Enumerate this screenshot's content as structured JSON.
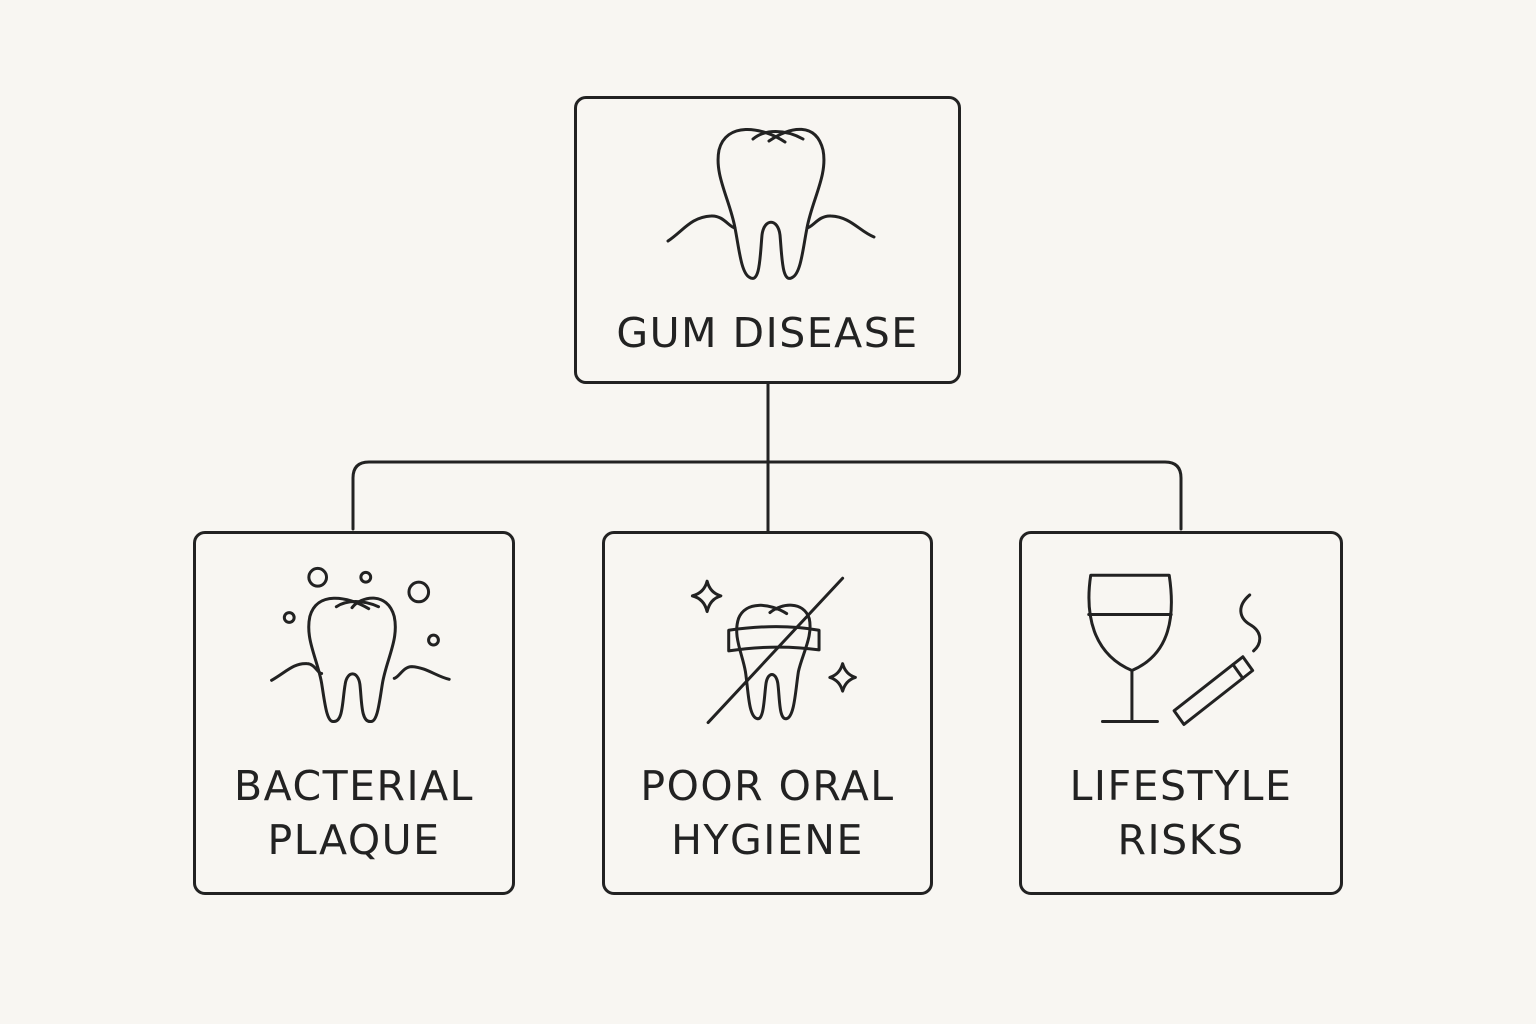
{
  "root": {
    "label": "GUM DISEASE",
    "icon": "tooth-with-gums-icon"
  },
  "causes": [
    {
      "id": "plaque",
      "label_line1": "BACTERIAL",
      "label_line2": "PLAQUE",
      "icon": "tooth-with-bacteria-icon"
    },
    {
      "id": "hygiene",
      "label_line1": "POOR ORAL",
      "label_line2": "HYGIENE",
      "icon": "crossed-out-tooth-icon"
    },
    {
      "id": "lifestyle",
      "label_line1": "LIFESTYLE",
      "label_line2": "RISKS",
      "icon": "wine-and-cigarette-icon"
    }
  ],
  "colors": {
    "background": "#f8f6f2",
    "stroke": "#222222"
  }
}
